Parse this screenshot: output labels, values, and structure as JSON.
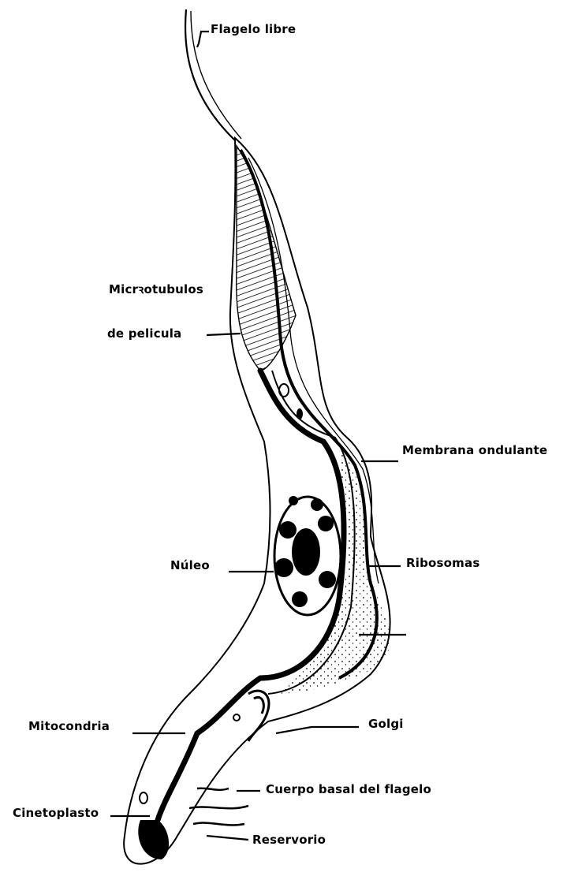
{
  "labels": {
    "flagelo_libre": "Flagelo libre",
    "microtubulos_1": "Micrꝛotubulos",
    "microtubulos_2": "de pelicula",
    "membrana_ondulante": "Membrana ondulante",
    "nucleo": "Núleo",
    "ribosomas": "Ribosomas",
    "mitocondria": "Mitocondria",
    "golgi": "Golgi",
    "cuerpo_basal": "Cuerpo basal del flagelo",
    "cinetoplasto": "Cinetoplasto",
    "reservorio": "Reservorio"
  },
  "colors": {
    "ink": "#000000",
    "paper": "#ffffff"
  }
}
